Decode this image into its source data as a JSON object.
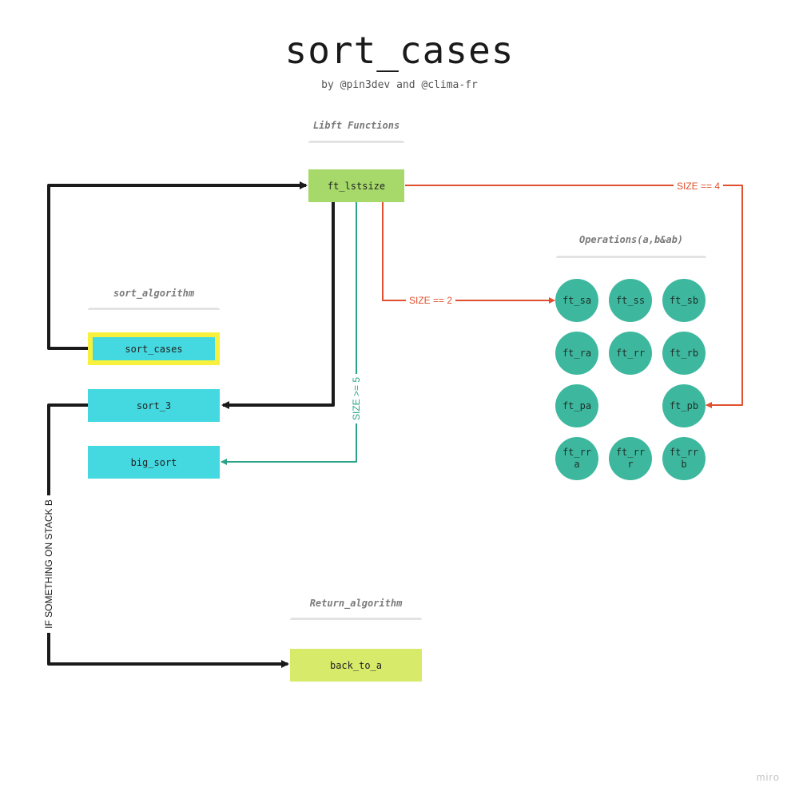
{
  "title": "sort_cases",
  "subtitle": "by @pin3dev and @clima-fr",
  "groups": {
    "libft": "Libft Functions",
    "operations": "Operations(a,b&ab)",
    "sort_algorithm": "sort_algorithm",
    "return_algorithm": "Return_algorithm"
  },
  "nodes": {
    "ft_lstsize": "ft_lstsize",
    "sort_cases": "sort_cases",
    "sort_3": "sort_3",
    "big_sort": "big_sort",
    "back_to_a": "back_to_a"
  },
  "operations": {
    "ft_sa": "ft_sa",
    "ft_ss": "ft_ss",
    "ft_sb": "ft_sb",
    "ft_ra": "ft_ra",
    "ft_rr": "ft_rr",
    "ft_rb": "ft_rb",
    "ft_pa": "ft_pa",
    "ft_pb": "ft_pb",
    "ft_rra": "ft_rr a",
    "ft_rrr": "ft_rr r",
    "ft_rrb": "ft_rr b"
  },
  "edges": {
    "size4": "SIZE == 4",
    "size2": "SIZE == 2",
    "size5": "SIZE >= 5",
    "stackb": "IF SOMETHING ON STACK B"
  },
  "colors": {
    "black_edge": "#1a1a1a",
    "red_edge": "#e0502e",
    "teal_edge": "#2aa388"
  },
  "watermark": "miro"
}
